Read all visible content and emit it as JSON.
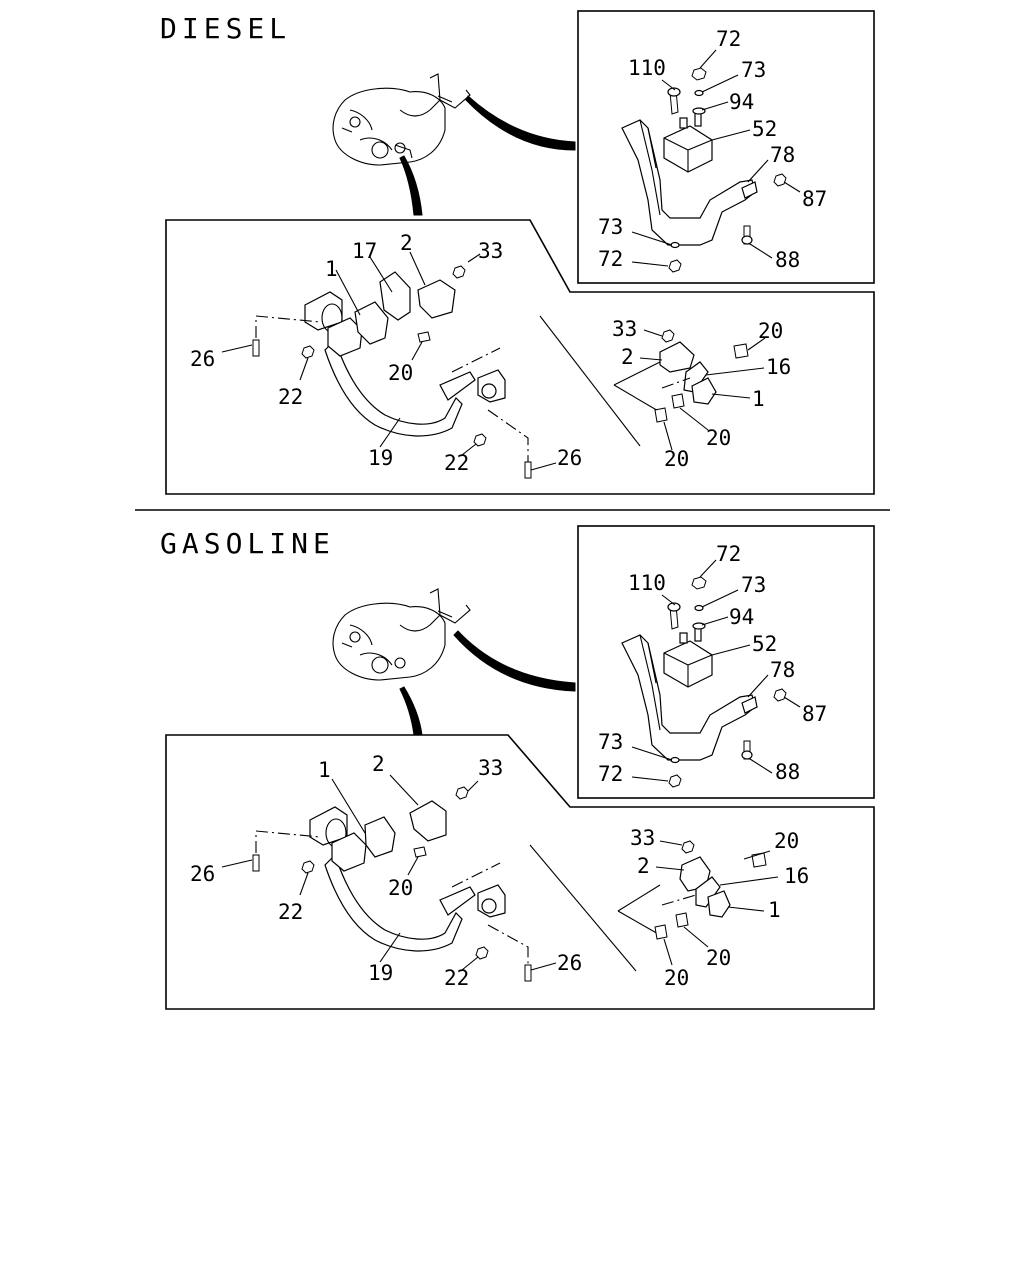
{
  "sections": [
    {
      "title": "DIESEL",
      "bracket_labels": [
        "110",
        "72",
        "73",
        "94",
        "52",
        "78",
        "87",
        "73",
        "72",
        "88"
      ],
      "left_labels": [
        "17",
        "2",
        "33",
        "1",
        "26",
        "22",
        "20",
        "19",
        "22",
        "26"
      ],
      "right_labels": [
        "33",
        "20",
        "2",
        "16",
        "1",
        "20",
        "20"
      ]
    },
    {
      "title": "GASOLINE",
      "bracket_labels": [
        "72",
        "110",
        "73",
        "94",
        "52",
        "78",
        "87",
        "73",
        "72",
        "88"
      ],
      "left_labels": [
        "2",
        "33",
        "1",
        "26",
        "22",
        "20",
        "19",
        "22",
        "26"
      ],
      "right_labels": [
        "33",
        "20",
        "2",
        "16",
        "1",
        "20",
        "20"
      ]
    }
  ]
}
